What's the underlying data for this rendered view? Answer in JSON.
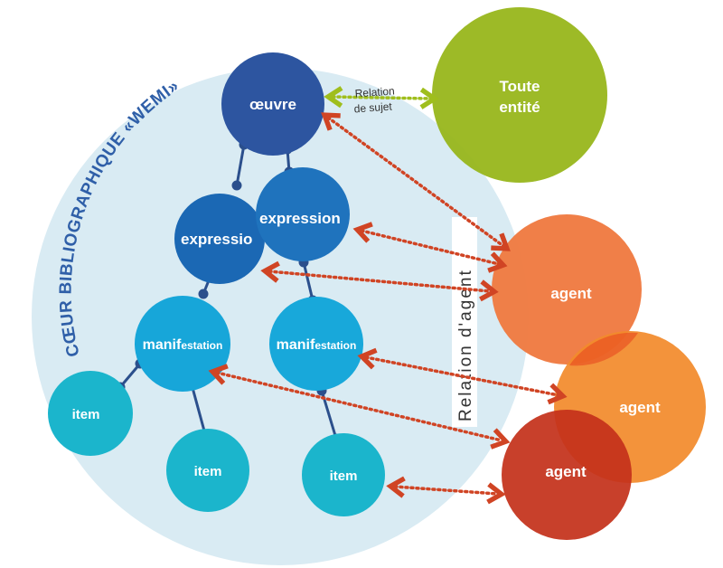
{
  "diagram": {
    "core_label": "CŒUR BIBLIOGRAPHIQUE «WEMI»",
    "nodes": {
      "oeuvre": "œuvre",
      "expression_back": "expressio",
      "expression_front": "expression",
      "manifestation_1_big": "manif",
      "manifestation_1_small": "estation",
      "manifestation_2_big": "manif",
      "manifestation_2_small": "estation",
      "item_1": "item",
      "item_2": "item",
      "item_3": "item",
      "toute_entite_line1": "Toute",
      "toute_entite_line2": "entité",
      "agent_1": "agent",
      "agent_2": "agent",
      "agent_3": "agent"
    },
    "relations": {
      "subject_line1": "Relation",
      "subject_line2": "de sujet",
      "agent": "Relation d'agent"
    },
    "colors": {
      "core_circle": "#d8eaf2",
      "oeuvre": "#2d55a0",
      "expression": "#1f73bd",
      "manifestation": "#17a6d9",
      "item": "#1bb5cc",
      "toute_entite": "#98b61b",
      "agent_1": "#ef7a41",
      "agent_2": "#f28b2c",
      "agent_3": "#c4321b",
      "agent_arrow": "#d04424",
      "subject_arrow": "#9fbe1c",
      "connector": "#2b4f8c"
    }
  }
}
